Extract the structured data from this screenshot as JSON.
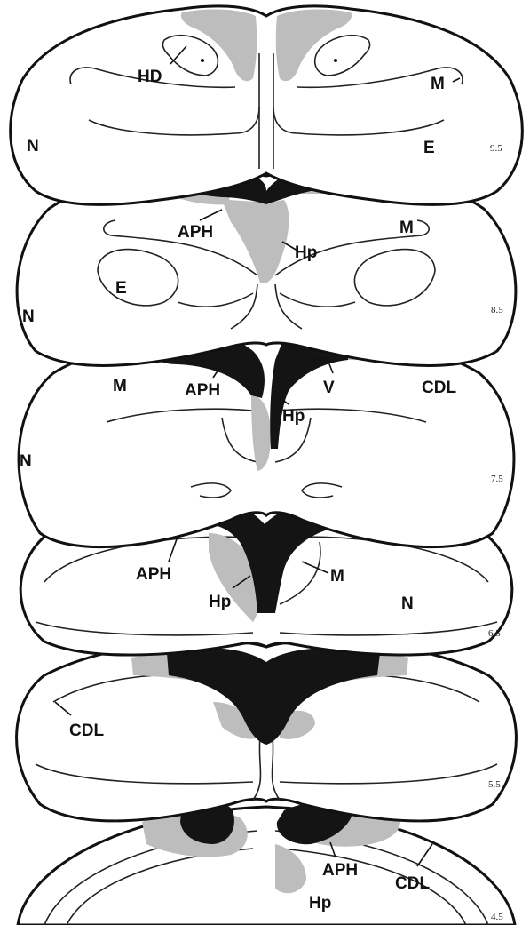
{
  "colors": {
    "outline": "#111111",
    "lesion_gray": "#bdbdbd",
    "lesion_black": "#141414",
    "background": "#ffffff"
  },
  "sections": [
    {
      "level": "9.5",
      "labels": {
        "hd": "HD",
        "m": "M",
        "n": "N",
        "e": "E"
      }
    },
    {
      "level": "8.5",
      "labels": {
        "aph": "APH",
        "hp": "Hp",
        "m": "M",
        "e": "E",
        "n": "N"
      }
    },
    {
      "level": "7.5",
      "labels": {
        "m": "M",
        "aph": "APH",
        "v": "V",
        "cdl": "CDL",
        "hp": "Hp",
        "n": "N"
      }
    },
    {
      "level": "6.5",
      "labels": {
        "aph": "APH",
        "m": "M",
        "hp": "Hp",
        "n": "N"
      }
    },
    {
      "level": "5.5",
      "labels": {
        "cdl": "CDL"
      }
    },
    {
      "level": "4.5",
      "labels": {
        "aph": "APH",
        "cdl": "CDL",
        "hp": "Hp"
      }
    }
  ]
}
